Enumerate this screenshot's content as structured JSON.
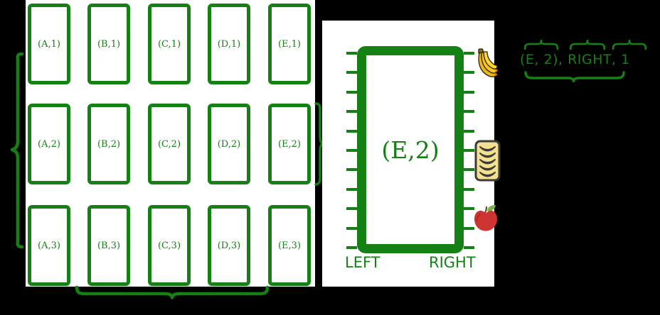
{
  "colors": {
    "green": "#158114",
    "panel_background": "#ffffff",
    "page_background": "#000000",
    "banana_yellow": "#f2c11d",
    "banana_tip_orange": "#e0761a",
    "package_cream": "#f4e08e",
    "package_content_brown": "#a8927e",
    "apple_red": "#cd3432",
    "leaf_green": "#7cb342"
  },
  "grid_panel": {
    "cells": [
      "(A,1)",
      "(B,1)",
      "(C,1)",
      "(D,1)",
      "(E,1)",
      "(A,2)",
      "(B,2)",
      "(C,2)",
      "(D,2)",
      "(E,2)",
      "(A,3)",
      "(B,3)",
      "(C,3)",
      "(D,3)",
      "(E,3)"
    ],
    "columns": [
      "A",
      "B",
      "C",
      "D",
      "E"
    ],
    "rows": [
      "1",
      "2",
      "3"
    ],
    "selected_cell": "(E,2)"
  },
  "zoom_panel": {
    "cell_label": "(E,2)",
    "left_label": "LEFT",
    "right_label": "RIGHT",
    "shelf_tick_count": 11,
    "items": [
      {
        "icon": "banana-bunch-icon",
        "name": "bananas"
      },
      {
        "icon": "packaged-bananas-icon",
        "name": "package of bananas"
      },
      {
        "icon": "apple-icon",
        "name": "apple"
      }
    ]
  },
  "annotation": {
    "text": "(E, 2), RIGHT, 1",
    "tokens": [
      "(E, 2)",
      "RIGHT",
      "1"
    ]
  }
}
